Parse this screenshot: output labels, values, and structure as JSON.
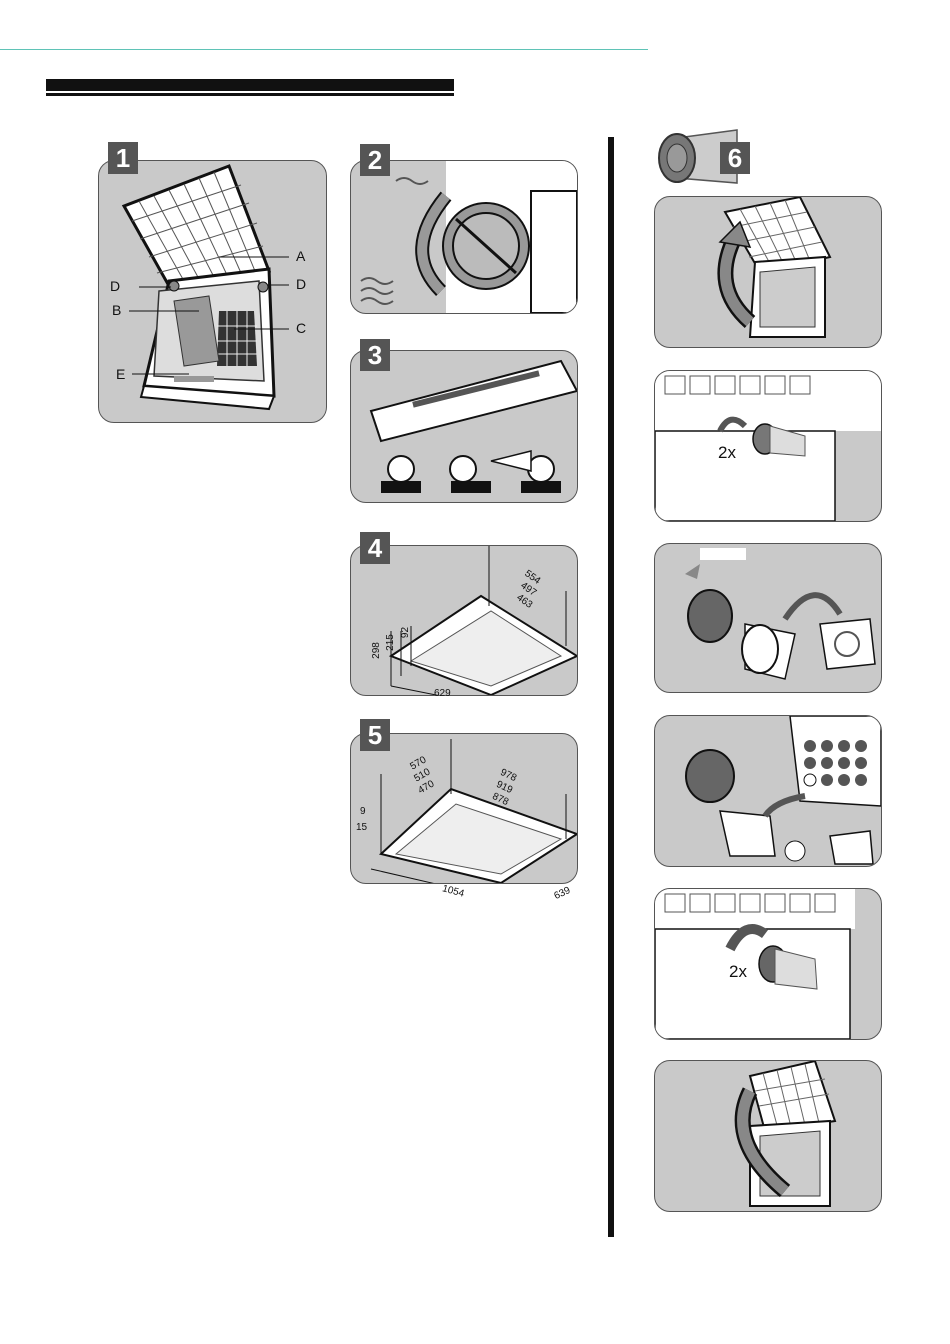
{
  "steps": {
    "s1": "1",
    "s2": "2",
    "s3": "3",
    "s4": "4",
    "s5": "5",
    "s6": "6"
  },
  "panel1_labels": {
    "A": "A",
    "B": "B",
    "C": "C",
    "D_left": "D",
    "D_right": "D",
    "E": "E"
  },
  "panel4_dims": {
    "d554": "554",
    "d497": "497",
    "d463": "463",
    "d298": "298",
    "d215": "215",
    "d92": "92",
    "d629": "629"
  },
  "panel5_dims": {
    "d570": "570",
    "d510": "510",
    "d470": "470",
    "d978": "978",
    "d919": "919",
    "d878": "878",
    "d9": "9",
    "d15": "15",
    "d1054": "1054",
    "d639": "639"
  },
  "repeat_labels": {
    "twice_a": "2x",
    "twice_b": "2x"
  },
  "colors": {
    "panel_bg": "#c9c9c9",
    "accent_line": "#5fc3b6",
    "step_badge": "#555555"
  }
}
